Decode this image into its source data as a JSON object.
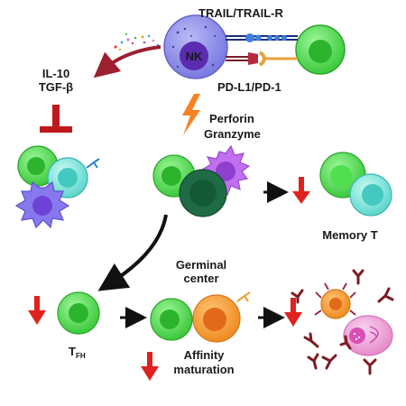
{
  "labels": {
    "trail": "TRAIL/TRAIL-R",
    "nk": "NK",
    "pdl1": "PD-L1/PD-1",
    "il10": "IL-10",
    "tgfb": "TGF-β",
    "perforin": "Perforin",
    "granzyme": "Granzyme",
    "memory_t": "Memory T",
    "germinal_1": "Germinal",
    "germinal_2": "center",
    "tfh_main": "T",
    "tfh_sub": "FH",
    "affinity_1": "Affinity",
    "affinity_2": "maturation"
  },
  "colors": {
    "nk_cell": "#8f8fe8",
    "t_cell_green": "#4fdc4f",
    "t_cell_cyan": "#6fe0d8",
    "dark_green": "#1f6b46",
    "purple_dc": "#b45ce6",
    "orange_b": "#f0952a",
    "pink_plasma": "#ee9bd6",
    "antibody": "#7b1b24",
    "down_arrow": "#e0221f",
    "inhibit_bar": "#c0191b",
    "lightning": "#f5821f"
  }
}
